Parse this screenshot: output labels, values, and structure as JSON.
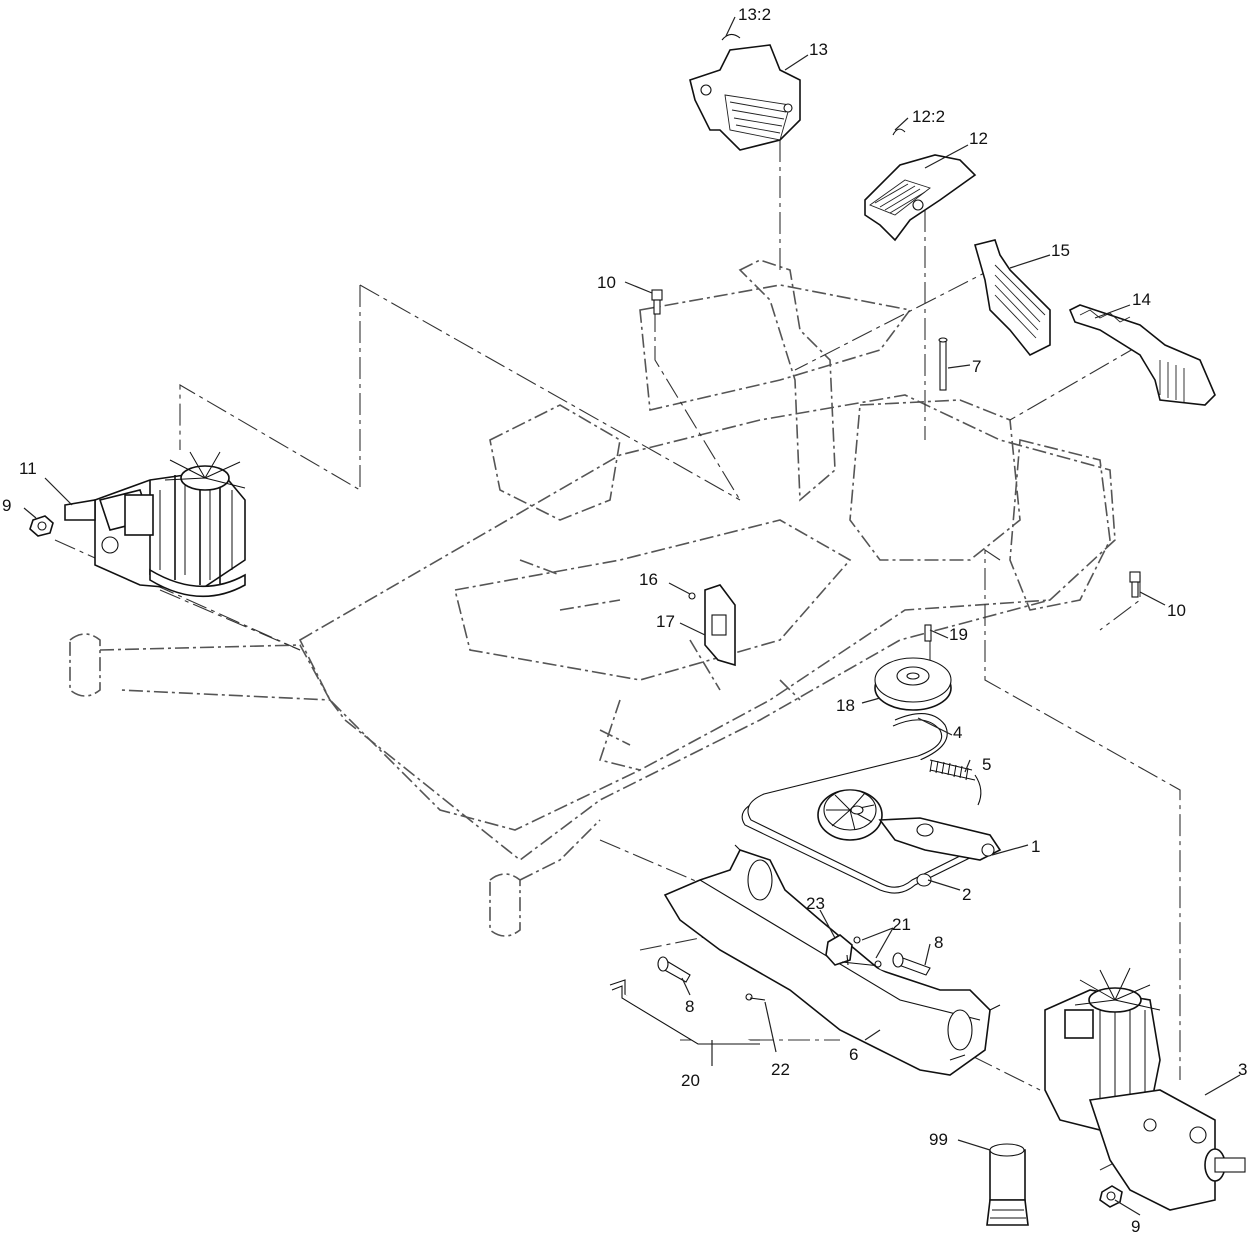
{
  "callouts": [
    {
      "id": "c1",
      "label": "1"
    },
    {
      "id": "c2",
      "label": "2"
    },
    {
      "id": "c3",
      "label": "3"
    },
    {
      "id": "c4",
      "label": "4"
    },
    {
      "id": "c5",
      "label": "5"
    },
    {
      "id": "c6",
      "label": "6"
    },
    {
      "id": "c7",
      "label": "7"
    },
    {
      "id": "c8a",
      "label": "8"
    },
    {
      "id": "c8b",
      "label": "8"
    },
    {
      "id": "c9a",
      "label": "9"
    },
    {
      "id": "c9b",
      "label": "9"
    },
    {
      "id": "c10a",
      "label": "10"
    },
    {
      "id": "c10b",
      "label": "10"
    },
    {
      "id": "c11",
      "label": "11"
    },
    {
      "id": "c12",
      "label": "12"
    },
    {
      "id": "c12s",
      "label": "12:2"
    },
    {
      "id": "c13",
      "label": "13"
    },
    {
      "id": "c13s",
      "label": "13:2"
    },
    {
      "id": "c14",
      "label": "14"
    },
    {
      "id": "c15",
      "label": "15"
    },
    {
      "id": "c16",
      "label": "16"
    },
    {
      "id": "c17",
      "label": "17"
    },
    {
      "id": "c18",
      "label": "18"
    },
    {
      "id": "c19",
      "label": "19"
    },
    {
      "id": "c20",
      "label": "20"
    },
    {
      "id": "c21",
      "label": "21"
    },
    {
      "id": "c22",
      "label": "22"
    },
    {
      "id": "c23",
      "label": "23"
    },
    {
      "id": "c99",
      "label": "99"
    }
  ]
}
